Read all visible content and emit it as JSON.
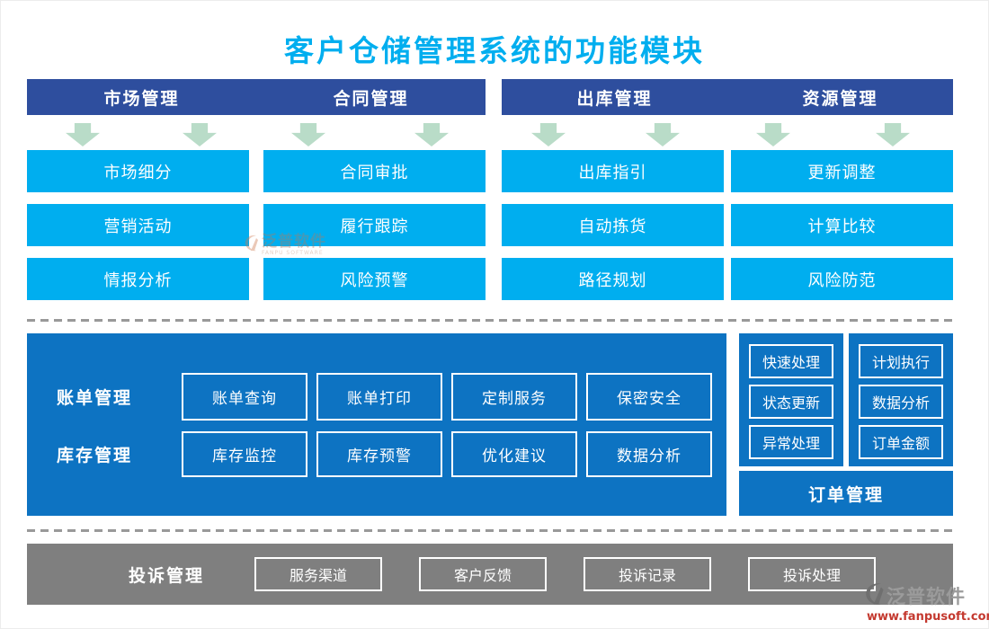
{
  "title": "客户仓储管理系统的功能模块",
  "top_groups": [
    {
      "header": "市场管理",
      "items": [
        "市场细分",
        "营销活动",
        "情报分析"
      ]
    },
    {
      "header": "合同管理",
      "items": [
        "合同审批",
        "履行跟踪",
        "风险预警"
      ]
    },
    {
      "header": "出库管理",
      "items": [
        "出库指引",
        "自动拣货",
        "路径规划"
      ]
    },
    {
      "header": "资源管理",
      "items": [
        "更新调整",
        "计算比较",
        "风险防范"
      ]
    }
  ],
  "middle": {
    "rows": [
      {
        "label": "账单管理",
        "items": [
          "账单查询",
          "账单打印",
          "定制服务",
          "保密安全"
        ]
      },
      {
        "label": "库存管理",
        "items": [
          "库存监控",
          "库存预警",
          "优化建议",
          "数据分析"
        ]
      }
    ],
    "side_columns": [
      [
        "快速处理",
        "状态更新",
        "异常处理"
      ],
      [
        "计划执行",
        "数据分析",
        "订单金额"
      ]
    ],
    "order_label": "订单管理"
  },
  "bottom": {
    "label": "投诉管理",
    "items": [
      "服务渠道",
      "客户反馈",
      "投诉记录",
      "投诉处理"
    ]
  },
  "watermark": {
    "brand": "泛普软件",
    "sub": "FANPU SOFTWARE",
    "url": "www.fanpusoft.com"
  },
  "colors": {
    "accent-cyan": "#00AEEF",
    "header-blue": "#2E4E9E",
    "mid-blue": "#0D73C2",
    "arrow-green": "#B9DCC8",
    "bar-gray": "#7F7F7F",
    "dash-gray": "#999999",
    "watermark-red": "#C4392F"
  }
}
